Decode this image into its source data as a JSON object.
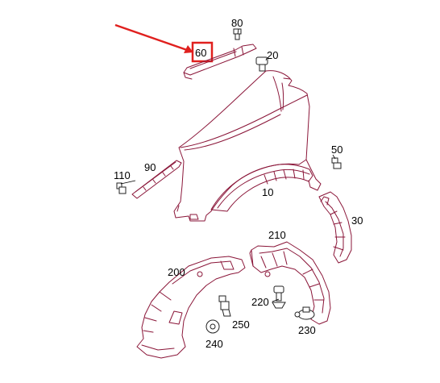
{
  "diagram": {
    "colors": {
      "part_line": "#8a1538",
      "hardware_line": "#222222",
      "label_text": "#000000",
      "callout_arrow": "#e0201e",
      "highlight_box": "#e0201e",
      "background": "#ffffff"
    },
    "highlighted_part": "60",
    "labels": {
      "p10": "10",
      "p20": "20",
      "p30": "30",
      "p50": "50",
      "p60": "60",
      "p80": "80",
      "p90": "90",
      "p110": "110",
      "p200": "200",
      "p210": "210",
      "p220": "220",
      "p230": "230",
      "p240": "240",
      "p250": "250"
    }
  }
}
